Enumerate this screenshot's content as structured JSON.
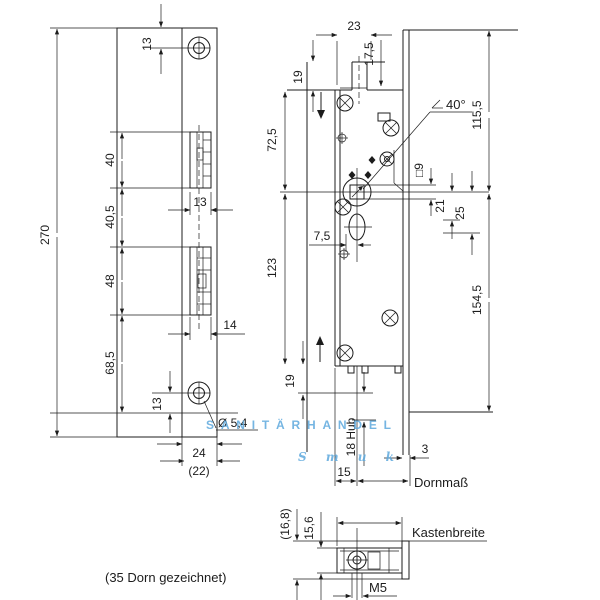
{
  "watermark": {
    "line1": "SANITÄRHANDEL",
    "line2": "Smuk",
    "color": "#5ea9dd"
  },
  "footnote": "(35 Dorn gezeichnet)",
  "faceplate_view": {
    "total_length": "270",
    "screw_top_offset": "13",
    "cutout1_height": "40",
    "between_cutouts": "40,5",
    "cutout2_height": "48",
    "lower_section": "68,5",
    "screw_bottom_offset": "13",
    "cutout1_width": "13",
    "cutout2_width": "14",
    "screw_hole_dia": "Ø 5,4",
    "plate_width": "24",
    "plate_width_alt": "(22)"
  },
  "case_view": {
    "tab_width": "23",
    "tab_depth": "17,5",
    "top_offset": "19",
    "upper_half": "72,5",
    "lower_half": "123",
    "bottom_offset": "19",
    "cylinder_offset": "7,5",
    "lever_angle": "40°",
    "follower_square": "□9",
    "dim_21": "21",
    "dim_25": "25",
    "upper_total": "115,5",
    "lower_total": "154,5",
    "stroke": "18 Hub",
    "backset_drawn": "15",
    "stulp_gap": "3",
    "backset_label": "Dornmaß"
  },
  "section_view": {
    "stulp_width": "(16,8)",
    "case_width": "15,6",
    "case_width_label": "Kastenbreite",
    "screw_thread": "M5"
  }
}
